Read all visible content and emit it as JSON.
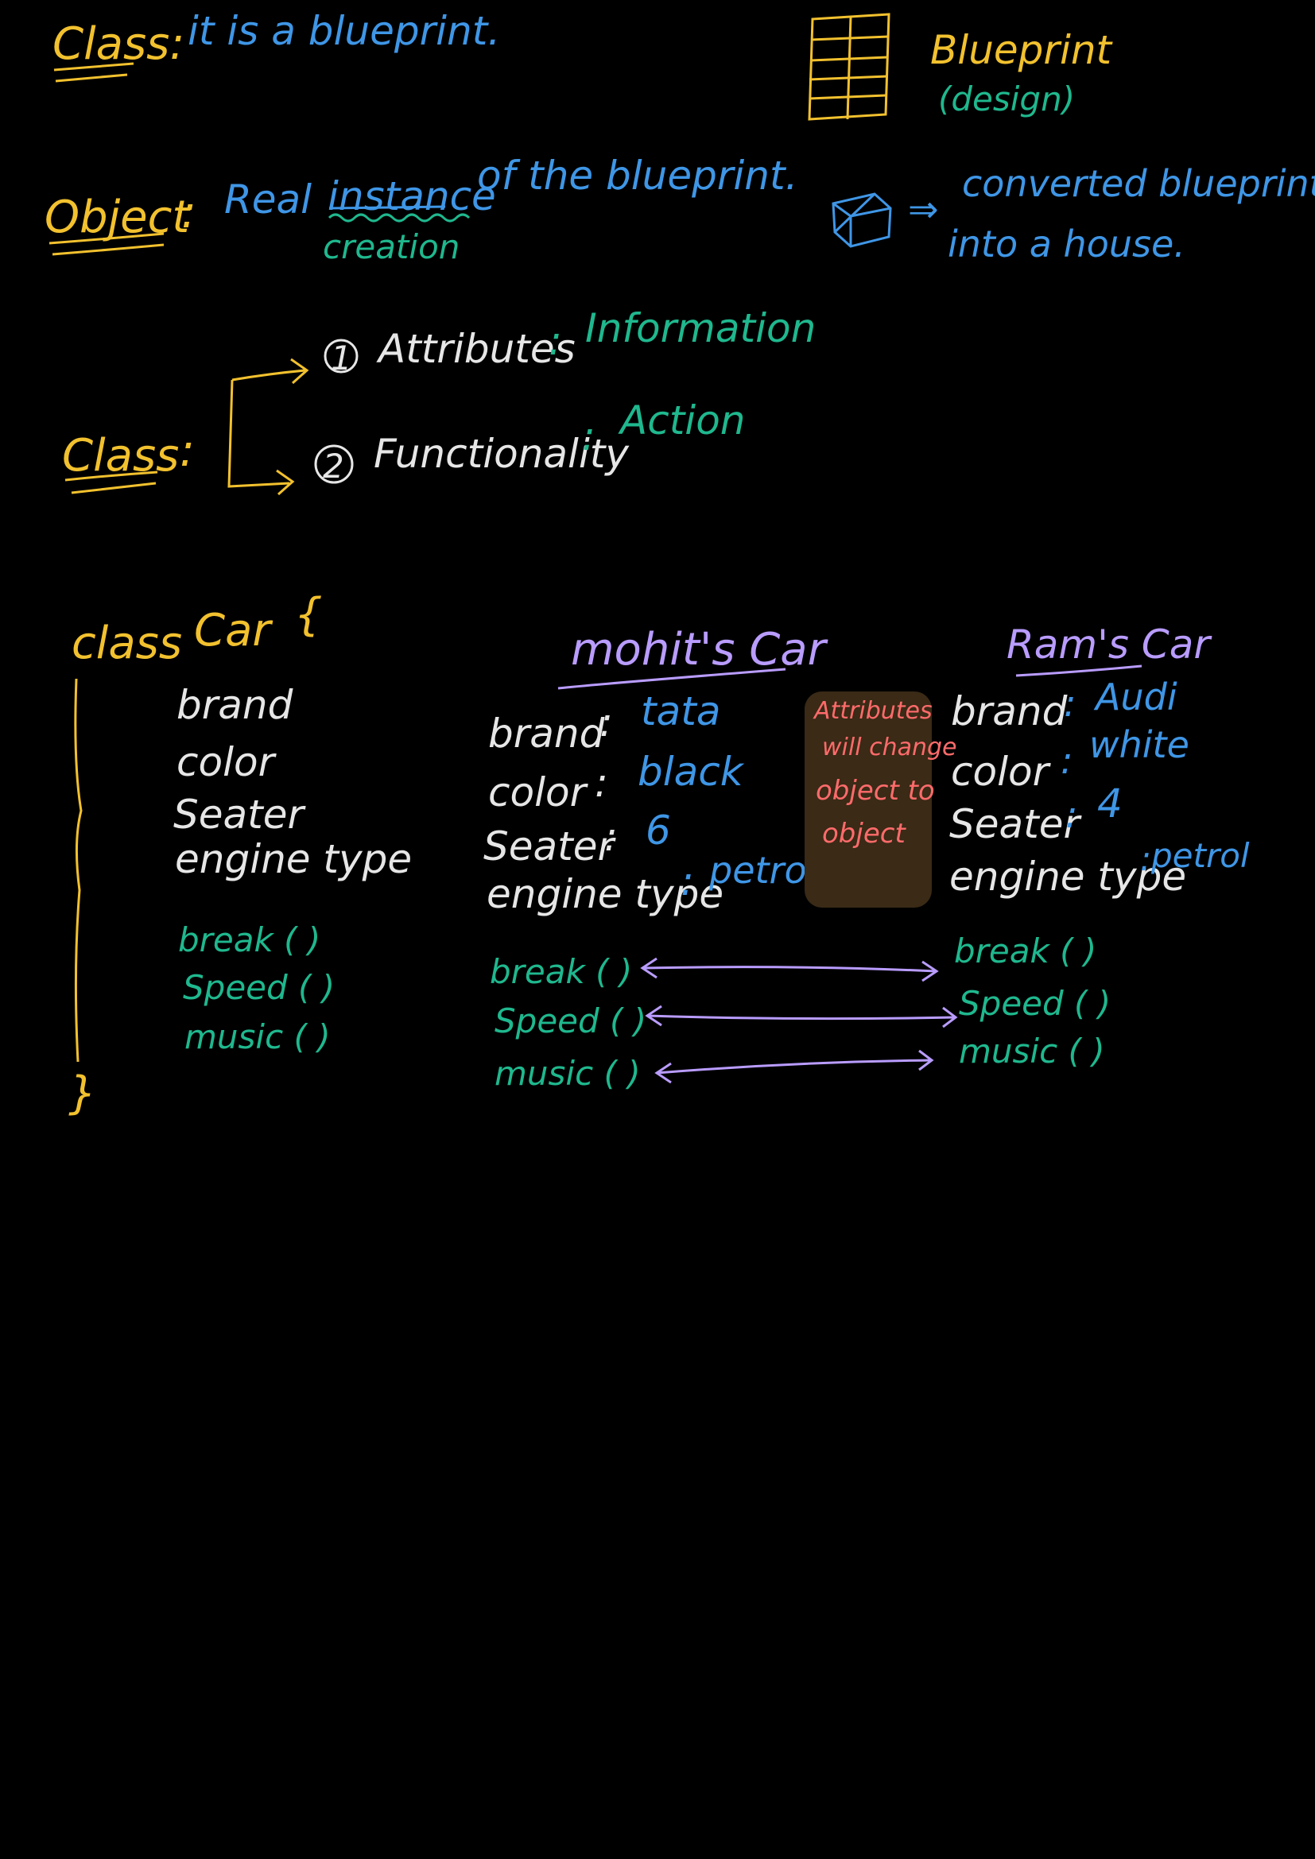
{
  "colors": {
    "background": "#000000",
    "class_heading": "#f2c12e",
    "definition": "#3f96e6",
    "action_text": "#1fb88e",
    "attribute_text": "#e6e6e6",
    "object_title": "#b99cff",
    "note_text": "#ff6b6b",
    "note_background": "#3a2a16"
  },
  "definitions": {
    "class_label": "Class:",
    "class_text": "it is a blueprint.",
    "blueprint_label": "Blueprint",
    "blueprint_sub": "(design)",
    "object_label": "Object",
    "object_colon": ":",
    "object_text_1": "Real",
    "object_text_instance": "instance",
    "object_text_2": "of the blueprint.",
    "object_creation": "creation",
    "house_arrow": "⇒",
    "house_text_1": "converted blueprint",
    "house_text_2": "into a house."
  },
  "class_parts": {
    "label": "Class",
    "colon": ":",
    "items": [
      {
        "num": "1",
        "name": "Attributes",
        "colon": ":",
        "desc": "Information"
      },
      {
        "num": "2",
        "name": "Functionality",
        "colon": ":",
        "desc": "Action"
      }
    ]
  },
  "car_class": {
    "keyword": "class",
    "name": "Car",
    "open": "{",
    "close": "}",
    "attributes": [
      "brand",
      "color",
      "Seater",
      "engine type"
    ],
    "methods": [
      "break ( )",
      "Speed ( )",
      "music ( )"
    ]
  },
  "objects": {
    "mohit": {
      "title": "mohit's Car",
      "attributes": [
        {
          "key": "brand",
          "sep": ":",
          "val": "tata"
        },
        {
          "key": "color",
          "sep": ":",
          "val": "black"
        },
        {
          "key": "Seater",
          "sep": ":",
          "val": "6"
        },
        {
          "key": "engine type",
          "sep": ":",
          "val": "petrol"
        }
      ],
      "methods": [
        "break ( )",
        "Speed ( )",
        "music ( )"
      ]
    },
    "ram": {
      "title": "Ram's Car",
      "attributes": [
        {
          "key": "brand",
          "sep": ":",
          "val": "Audi"
        },
        {
          "key": "color",
          "sep": ":",
          "val": "white"
        },
        {
          "key": "Seater",
          "sep": ":",
          "val": "4"
        },
        {
          "key": "engine type",
          "sep": ":",
          "val": "petrol"
        }
      ],
      "methods": [
        "break ( )",
        "Speed ( )",
        "music ( )"
      ]
    }
  },
  "note": {
    "lines": [
      "Attributes",
      "will change",
      "object to",
      "object"
    ]
  }
}
